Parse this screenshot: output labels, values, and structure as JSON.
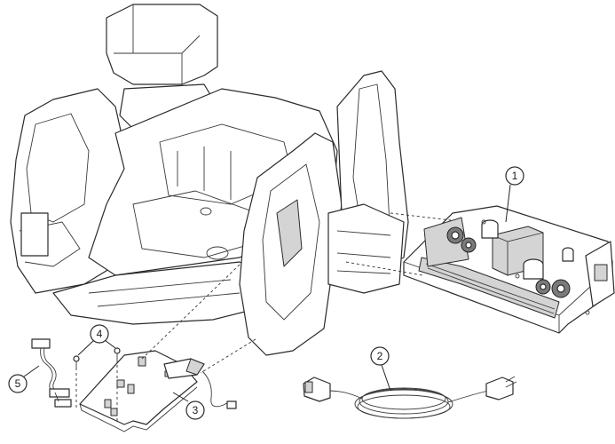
{
  "diagram": {
    "callouts": [
      {
        "id": "power-supply",
        "label": "1"
      },
      {
        "id": "power-cord",
        "label": "2"
      },
      {
        "id": "control-board",
        "label": "3"
      },
      {
        "id": "screws",
        "label": "4"
      },
      {
        "id": "cable-harness",
        "label": "5"
      }
    ]
  }
}
